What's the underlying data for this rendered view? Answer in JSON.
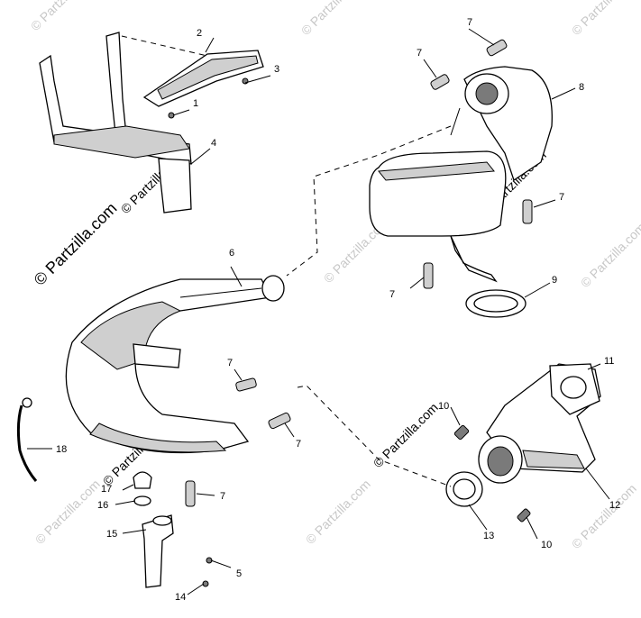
{
  "watermark": "© Partzilla.com",
  "callouts": [
    "1",
    "2",
    "3",
    "4",
    "5",
    "6",
    "7",
    "7",
    "7",
    "7",
    "7",
    "7",
    "7",
    "8",
    "9",
    "10",
    "10",
    "11",
    "12",
    "13",
    "14",
    "15",
    "16",
    "17",
    "18"
  ]
}
